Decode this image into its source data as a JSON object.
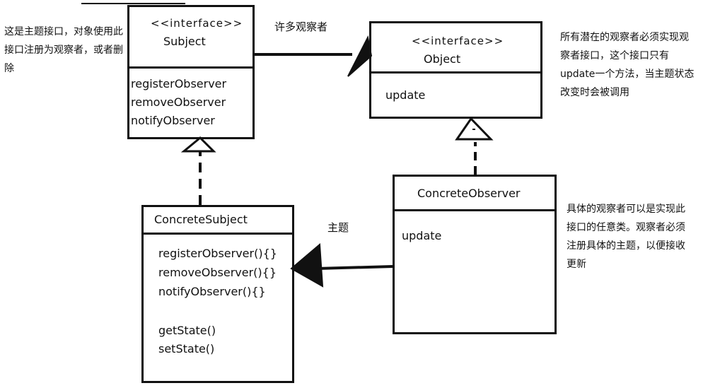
{
  "subject": {
    "stereotype": "<<interface>>",
    "name": "Subject",
    "methods": [
      "registerObserver",
      "removeObserver",
      "notifyObserver"
    ]
  },
  "observer": {
    "stereotype": "<<interface>>",
    "name": "Object",
    "methods": [
      "update"
    ]
  },
  "concrete_subject": {
    "name": "ConcreteSubject",
    "methods": [
      "registerObserver(){}",
      "removeObserver(){}",
      "notifyObserver(){}",
      "getState()",
      "setState()"
    ]
  },
  "concrete_observer": {
    "name": "ConcreteObserver",
    "methods": [
      "update"
    ]
  },
  "labels": {
    "many_observers": "许多观察者",
    "subject_label": "主题"
  },
  "notes": {
    "subject_note": "这是主题接口，对象使用此接口注册为观察者，或者删除",
    "observer_note": "所有潜在的观察者必须实现观察者接口，这个接口只有update一个方法，当主题状态改变时会被调用",
    "concrete_observer_note": "具体的观察者可以是实现此接口的任意类。观察者必须注册具体的主题，以便接收更新"
  }
}
